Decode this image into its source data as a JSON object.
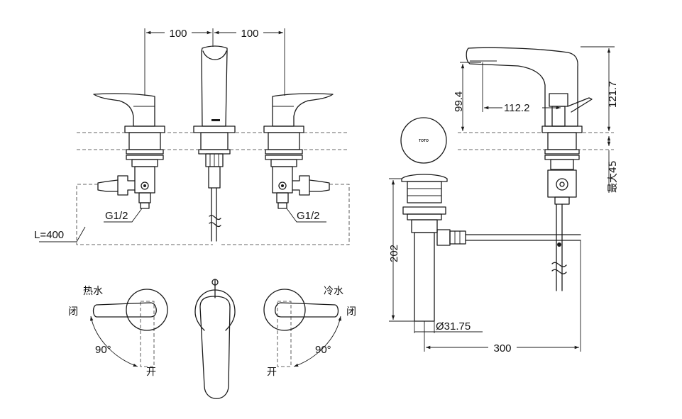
{
  "dimensions": {
    "spacing_left": "100",
    "spacing_right": "100",
    "hose_length": "L=400",
    "thread_left": "G1/2",
    "thread_right": "G1/2",
    "spout_height": "99.4",
    "spout_reach": "112.2",
    "total_height": "121.7",
    "max_thickness": "最大45",
    "drain_length": "202",
    "drain_diameter": "Ø31.75",
    "rod_length": "300"
  },
  "plan_view": {
    "hot_label": "热水",
    "cold_label": "冷水",
    "close_left": "闭",
    "close_right": "闭",
    "open_left": "开",
    "open_right": "开",
    "angle_left": "90°",
    "angle_right": "90°"
  },
  "brand": {
    "logo_text": "TOTO"
  }
}
